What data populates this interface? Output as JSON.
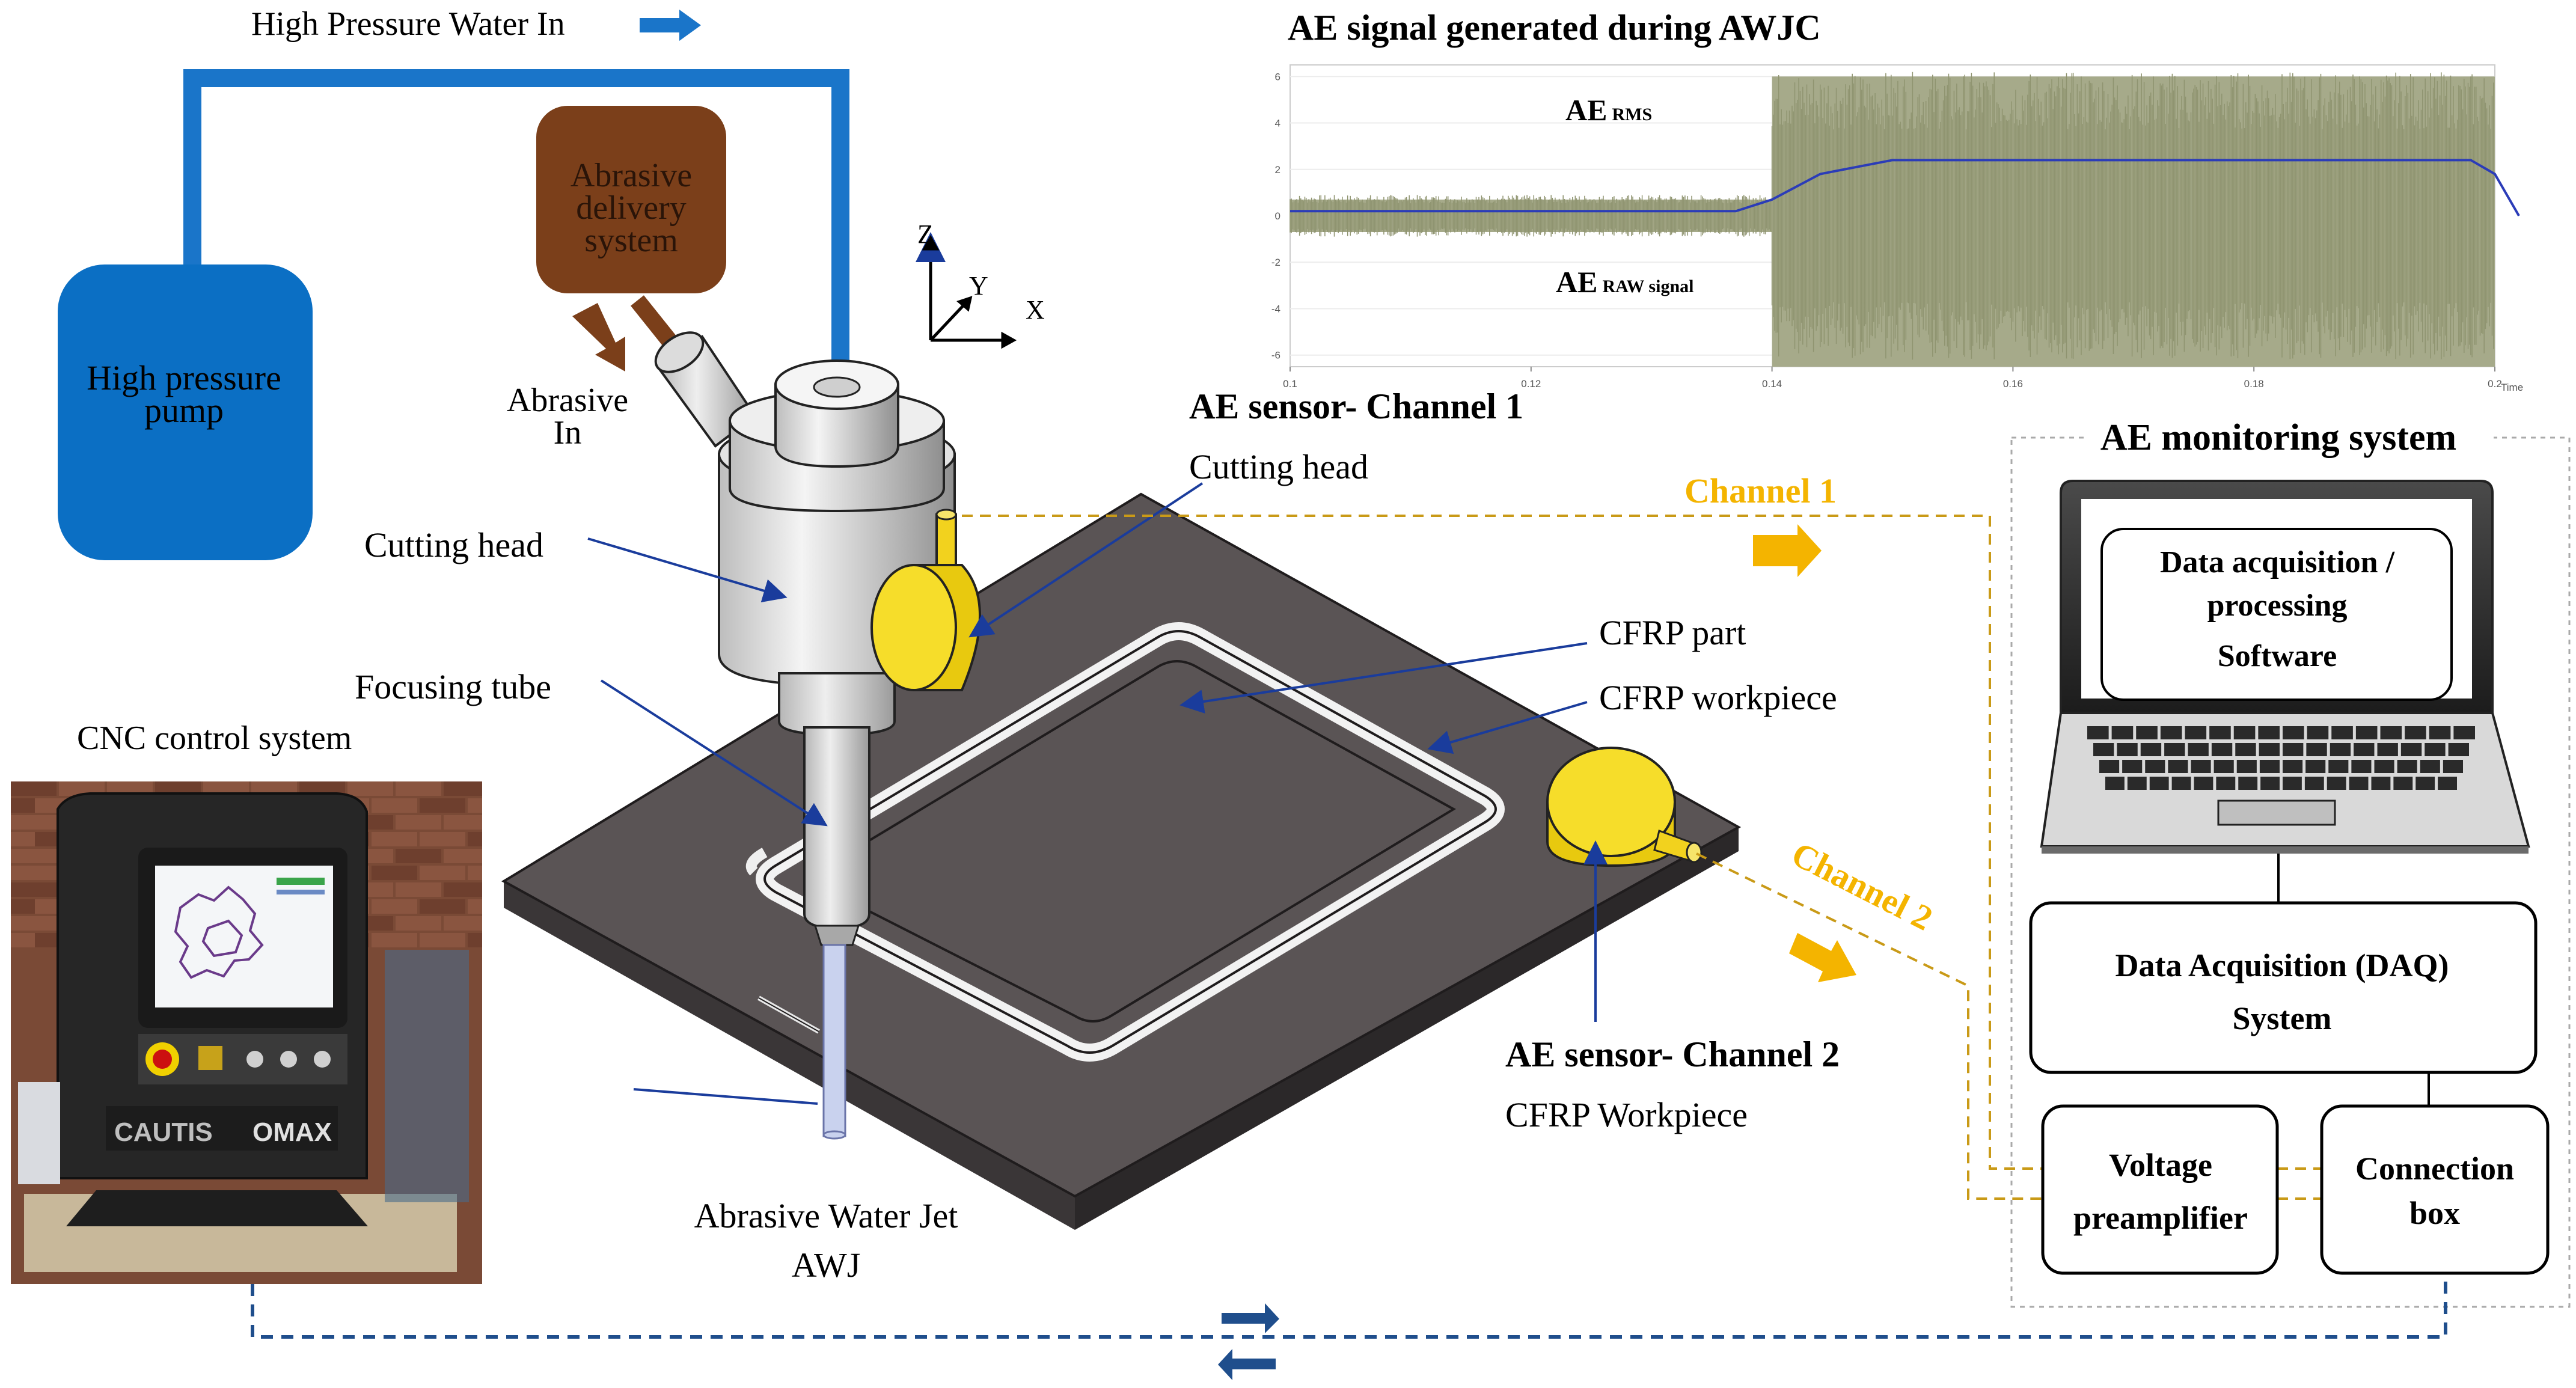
{
  "labels": {
    "water_in": "High Pressure Water In",
    "pump": [
      "High pressure",
      "pump"
    ],
    "abrasive_system": [
      "Abrasive",
      "delivery",
      "system"
    ],
    "abrasive_in": [
      "Abrasive",
      "In"
    ],
    "axis_z": "Z",
    "axis_y": "Y",
    "axis_x": "X",
    "cutting_head": "Cutting head",
    "focusing_tube": "Focusing tube",
    "cnc": "CNC control system",
    "ae_sensor_ch1_title": "AE sensor- Channel 1",
    "ae_sensor_ch1_sub": "Cutting head",
    "channel1": "Channel 1",
    "channel2": "Channel 2",
    "cfrp_part": "CFRP part",
    "cfrp_workpiece": "CFRP workpiece",
    "ae_sensor_ch2_title": "AE sensor- Channel 2",
    "ae_sensor_ch2_sub": "CFRP Workpiece",
    "awj": [
      "Abrasive Water Jet",
      "AWJ"
    ],
    "monitoring_system": "AE monitoring system",
    "daq_software": [
      "Data acquisition /",
      "processing",
      "Software"
    ],
    "daq_system": [
      "Data Acquisition (DAQ)",
      "System"
    ],
    "preamp": [
      "Voltage",
      "preamplifier"
    ],
    "connection_box": [
      "Connection",
      "box"
    ],
    "cnc_brand1": "CAUTIS",
    "cnc_brand2": "OMAX"
  },
  "signal_chart": {
    "title": "AE signal generated during AWJC",
    "rms_label": "AE",
    "rms_sub": "RMS",
    "raw_label": "AE",
    "raw_sub": "RAW signal",
    "x_axis_label": "Time",
    "x_ticks": [
      "0.1",
      "0.12",
      "0.14",
      "0.16",
      "0.18",
      "0.2"
    ],
    "y_ticks": [
      "6",
      "4",
      "2",
      "0",
      "-2",
      "-4",
      "-6"
    ]
  },
  "chart_data": {
    "type": "area",
    "title": "AE signal generated during AWJC",
    "xlabel": "Time",
    "ylabel": "",
    "xlim": [
      0.1,
      0.2
    ],
    "ylim": [
      -6.5,
      6.5
    ],
    "series": [
      {
        "name": "AE RAW signal",
        "x": [
          0.1,
          0.14,
          0.14,
          0.2
        ],
        "upper": [
          0.7,
          0.7,
          6.0,
          6.0
        ],
        "lower": [
          -0.7,
          -0.7,
          -6.5,
          -6.5
        ]
      },
      {
        "name": "AE RMS",
        "x": [
          0.1,
          0.137,
          0.14,
          0.144,
          0.15,
          0.16,
          0.18,
          0.198,
          0.2,
          0.202
        ],
        "values": [
          0.2,
          0.2,
          0.7,
          1.8,
          2.4,
          2.4,
          2.4,
          2.4,
          1.8,
          0.0
        ]
      }
    ]
  },
  "colors": {
    "pump_blue": "#0b6fc4",
    "pipe_blue": "#1a75c9",
    "abrasive_brown": "#7b3f1a",
    "channel_orange": "#f4b400",
    "signal_olive": "#a6aa8a",
    "rms_blue": "#2b3cb8",
    "workpiece_gray": "#5a5455",
    "sensor_yellow": "#f2d21e",
    "link_navy": "#1f4e8c"
  }
}
